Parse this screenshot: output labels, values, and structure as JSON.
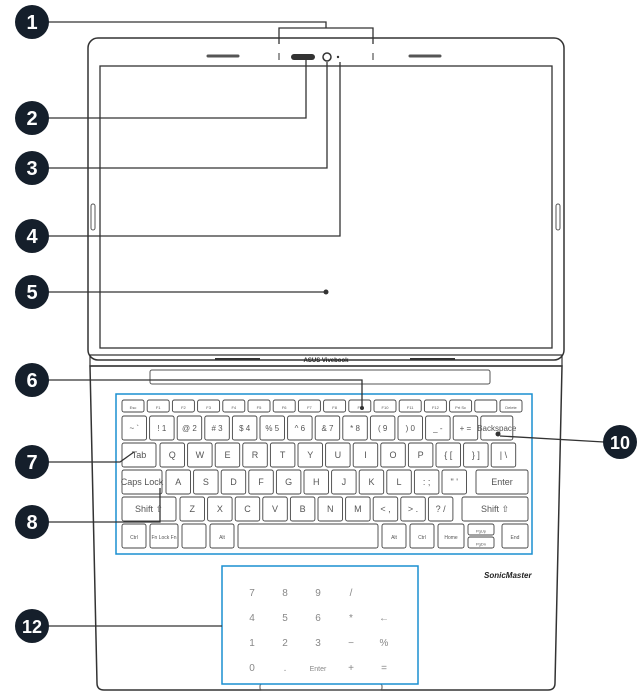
{
  "colors": {
    "callout": "#151f2b",
    "accent": "#1a8fd1",
    "outline": "#333333"
  },
  "brand": {
    "display_logo": "ASUS Vivebook",
    "audio_logo": "SonicMaster"
  },
  "callouts": [
    {
      "number": "1"
    },
    {
      "number": "2"
    },
    {
      "number": "3"
    },
    {
      "number": "4"
    },
    {
      "number": "5"
    },
    {
      "number": "6"
    },
    {
      "number": "7"
    },
    {
      "number": "8"
    },
    {
      "number": "10"
    },
    {
      "number": "12"
    }
  ],
  "keyboard": {
    "fn_row": [
      "Esc",
      "F1",
      "F2",
      "F3",
      "F4",
      "F5",
      "F6",
      "F7",
      "F8",
      "F9",
      "F10",
      "F11",
      "F12",
      "Prt Sc",
      "",
      "Delete"
    ],
    "num_row": [
      "~ `",
      "! 1",
      "@ 2",
      "# 3",
      "$ 4",
      "% 5",
      "^ 6",
      "& 7",
      "* 8",
      "( 9",
      ") 0",
      "_ -",
      "+ =",
      "Backspace"
    ],
    "qwerty_row": [
      "Tab",
      "Q",
      "W",
      "E",
      "R",
      "T",
      "Y",
      "U",
      "I",
      "O",
      "P",
      "{ [",
      "} ]",
      "| \\"
    ],
    "home_row": [
      "Caps Lock",
      "A",
      "S",
      "D",
      "F",
      "G",
      "H",
      "J",
      "K",
      "L",
      ": ;",
      "\" '",
      "Enter"
    ],
    "shift_row": [
      "Shift ⇧",
      "Z",
      "X",
      "C",
      "V",
      "B",
      "N",
      "M",
      "< ,",
      "> .",
      "? /",
      "Shift ⇧"
    ],
    "bottom_row": [
      "Ctrl",
      "Fn Lock Fn",
      "",
      "Alt",
      "",
      "Alt",
      "Ctrl",
      "Home",
      "PgUp",
      "PgDn",
      "End"
    ]
  },
  "numberpad": {
    "rows": [
      [
        "7",
        "8",
        "9",
        "/",
        ""
      ],
      [
        "4",
        "5",
        "6",
        "*",
        "←"
      ],
      [
        "1",
        "2",
        "3",
        "−",
        "%"
      ],
      [
        "0",
        ".",
        "Enter",
        "+",
        "="
      ]
    ]
  }
}
